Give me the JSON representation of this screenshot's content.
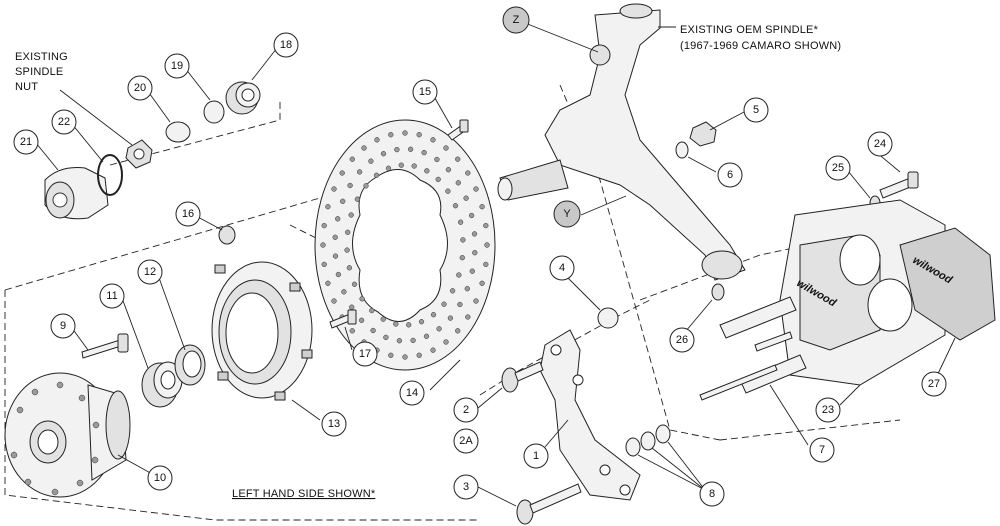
{
  "labels": {
    "spindle_nut": [
      "EXISTING",
      "SPINDLE",
      "NUT"
    ],
    "oem_spindle": [
      "EXISTING OEM SPINDLE*",
      "(1967-1969 CAMARO SHOWN)"
    ],
    "side_note": "LEFT HAND SIDE SHOWN*",
    "caliper_brand": "wilwood",
    "pad_brand": "wilwood"
  },
  "callouts": {
    "c1": "1",
    "c2": "2",
    "c2a": "2A",
    "c3": "3",
    "c4": "4",
    "c5": "5",
    "c6": "6",
    "c7": "7",
    "c8": "8",
    "c9": "9",
    "c10": "10",
    "c11": "11",
    "c12": "12",
    "c13": "13",
    "c14": "14",
    "c15": "15",
    "c16": "16",
    "c17": "17",
    "c18": "18",
    "c19": "19",
    "c20": "20",
    "c21": "21",
    "c22": "22",
    "c23": "23",
    "c24": "24",
    "c25": "25",
    "c26": "26",
    "c27": "27",
    "cz": "Z",
    "cy": "Y"
  }
}
